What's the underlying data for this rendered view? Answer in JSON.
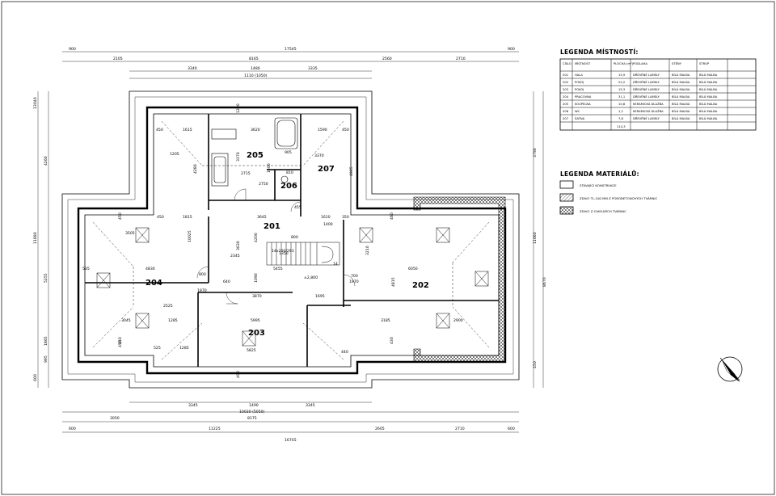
{
  "rooms": [
    {
      "num": "201"
    },
    {
      "num": "202"
    },
    {
      "num": "203"
    },
    {
      "num": "204"
    },
    {
      "num": "205"
    },
    {
      "num": "206"
    },
    {
      "num": "207"
    }
  ],
  "dims": {
    "top": {
      "d1": "900",
      "d2": "17545",
      "d3": "900",
      "d4": "2105",
      "d5": "8165",
      "d6": "2560",
      "d7": "2710",
      "d8": "3340",
      "d9": "1480",
      "d10": "3335",
      "d11": "1110 (1050)"
    },
    "bottom": {
      "d1": "3345",
      "d2": "1490",
      "d3": "3345",
      "d4": "10030 (5050)",
      "d5": "3050",
      "d6": "8175",
      "d7": "600",
      "d8": "11225",
      "d9": "2605",
      "d10": "2710",
      "d11": "600",
      "d12": "16745"
    },
    "left": {
      "d1": "13040",
      "d2": "11890",
      "d3": "4260",
      "d4": "5255",
      "d5": "1865",
      "d6": "995",
      "d7": "600"
    },
    "right": {
      "d1": "3790",
      "d2": "11660",
      "d3": "8670",
      "d4": "450"
    },
    "inner": {
      "a1": "450",
      "a2": "1615",
      "a3": "3620",
      "a4": "1590",
      "a5": "450",
      "a6": "4280",
      "a7": "3370",
      "a8": "2715",
      "a9": "905",
      "a10": "1500",
      "a11": "810",
      "a12": "2750",
      "a13": "3645",
      "a14": "1610",
      "a15": "1400",
      "a16": "3630",
      "a17": "2345",
      "a18": "5455",
      "a19": "1350",
      "a20": "4830",
      "a21": "535",
      "a22": "6050",
      "a23": "4815",
      "a24": "3505",
      "a25": "800",
      "a26": "1970",
      "a27": "640",
      "a28": "700",
      "a29": "1970",
      "a30": "3870",
      "a31": "1695",
      "a32": "5995",
      "a33": "5825",
      "a34": "3185",
      "a35": "2900",
      "a36": "3045",
      "a37": "1285",
      "a38": "525",
      "a39": "1285",
      "a40": "440",
      "a41": "490",
      "a42": "450",
      "a43": "430",
      "a44": "4905",
      "a45": "1815",
      "a46": "450",
      "a47": "460",
      "a48": "14x200/293",
      "a49": "14",
      "a50": "±2,800",
      "a51": "1290",
      "a52": "3370",
      "a53": "1205",
      "a54": "450",
      "a55": "10025",
      "a56": "4200",
      "a57": "2525",
      "a58": "1090",
      "a59": "455",
      "a60": "800",
      "a61": "450",
      "a62": "350",
      "a63": "3210"
    }
  },
  "legend_rooms": {
    "title": "LEGENDA MÍSTNOSTÍ:",
    "headers": [
      "ČÍSLO",
      "MÍSTNOST",
      "PLOCHA (m²)",
      "PODLAHA",
      "STĚNY",
      "STROP"
    ],
    "rows": [
      [
        "201",
        "HALA",
        "15,9",
        "DŘEVĚNÉ LAMELY",
        "BÍLÁ MALBA",
        "BÍLÁ MALBA"
      ],
      [
        "202",
        "POKOJ",
        "22,2",
        "DŘEVĚNÉ LAMELY",
        "BÍLÁ MALBA",
        "BÍLÁ MALBA"
      ],
      [
        "203",
        "POKOJ",
        "15,3",
        "DŘEVĚNÉ LAMELY",
        "BÍLÁ MALBA",
        "BÍLÁ MALBA"
      ],
      [
        "204",
        "PRACOVNA",
        "31,1",
        "DŘEVĚNÉ LAMELY",
        "BÍLÁ MALBA",
        "BÍLÁ MALBA"
      ],
      [
        "205",
        "KOUPELNA",
        "10,8",
        "KERAMICKÁ DLAŽBA",
        "BÍLÁ MALBA",
        "BÍLÁ MALBA"
      ],
      [
        "206",
        "WC",
        "1,2",
        "KERAMICKÁ DLAŽBA",
        "BÍLÁ MALBA",
        "BÍLÁ MALBA"
      ],
      [
        "207",
        "ŠATNA",
        "7,8",
        "DŘEVĚNÉ LAMELY",
        "BÍLÁ MALBA",
        "BÍLÁ MALBA"
      ],
      [
        "",
        "",
        "114,3",
        "",
        "",
        ""
      ]
    ]
  },
  "legend_materials": {
    "title": "LEGENDA MATERIÁLŮ:",
    "items": [
      {
        "label": "STÁVAJÍCÍ KONSTRUKCE",
        "pattern": "empty"
      },
      {
        "label": "ZDIVO TL.100 MM Z PÓROBETONOVÝCH TVÁRNIC",
        "pattern": "hatch"
      },
      {
        "label": "ZDIVO Z CIHELNÝCH TVÁRNIC",
        "pattern": "crosshatch"
      }
    ]
  },
  "north_arrow": {
    "icon": "north-arrow-icon"
  }
}
